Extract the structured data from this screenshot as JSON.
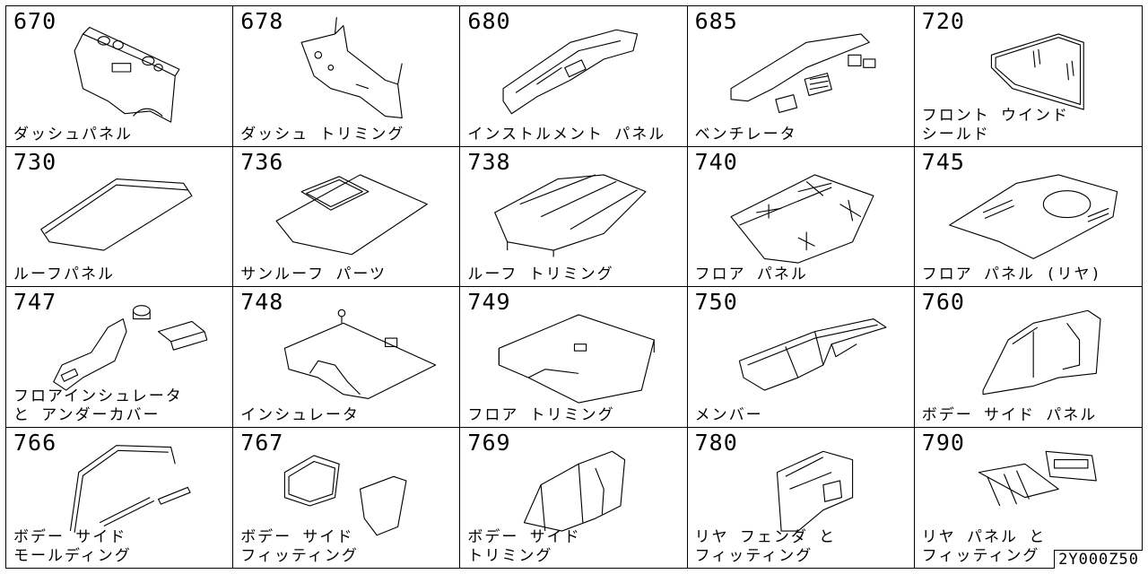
{
  "cells": [
    {
      "code": "670",
      "label": [
        "ダッシュパネル"
      ],
      "icon": "dash-panel-icon"
    },
    {
      "code": "678",
      "label": [
        "ダッシュ トリミング"
      ],
      "icon": "dash-trim-icon"
    },
    {
      "code": "680",
      "label": [
        "インストルメント パネル"
      ],
      "icon": "instrument-panel-icon"
    },
    {
      "code": "685",
      "label": [
        "ベンチレータ"
      ],
      "icon": "ventilator-icon"
    },
    {
      "code": "720",
      "label": [
        "フロント ウインド",
        "シールド"
      ],
      "icon": "windshield-icon"
    },
    {
      "code": "730",
      "label": [
        "ルーフパネル"
      ],
      "icon": "roof-panel-icon"
    },
    {
      "code": "736",
      "label": [
        "サンルーフ パーツ"
      ],
      "icon": "sunroof-icon"
    },
    {
      "code": "738",
      "label": [
        "ルーフ トリミング"
      ],
      "icon": "roof-trim-icon"
    },
    {
      "code": "740",
      "label": [
        "フロア パネル"
      ],
      "icon": "floor-panel-icon"
    },
    {
      "code": "745",
      "label": [
        "フロア パネル (リヤ)"
      ],
      "icon": "rear-floor-icon"
    },
    {
      "code": "747",
      "label": [
        "フロアインシュレータ",
        "と アンダーカバー"
      ],
      "icon": "floor-insulator-icon"
    },
    {
      "code": "748",
      "label": [
        "インシュレータ"
      ],
      "icon": "insulator-icon"
    },
    {
      "code": "749",
      "label": [
        "フロア トリミング"
      ],
      "icon": "floor-trim-icon"
    },
    {
      "code": "750",
      "label": [
        "メンバー"
      ],
      "icon": "member-frame-icon"
    },
    {
      "code": "760",
      "label": [
        "ボデー サイド パネル"
      ],
      "icon": "body-side-panel-icon"
    },
    {
      "code": "766",
      "label": [
        "ボデー サイド",
        "モールディング"
      ],
      "icon": "side-molding-icon"
    },
    {
      "code": "767",
      "label": [
        "ボデー サイド",
        "フィッティング"
      ],
      "icon": "mudflap-icon"
    },
    {
      "code": "769",
      "label": [
        "ボデー サイド",
        "トリミング"
      ],
      "icon": "side-trim-icon"
    },
    {
      "code": "780",
      "label": [
        "リヤ フェンダ と",
        "フィッティング"
      ],
      "icon": "rear-fender-icon"
    },
    {
      "code": "790",
      "label": [
        "リヤ パネル と",
        "フィッティング"
      ],
      "icon": "rear-panel-icon"
    }
  ],
  "diagram_id": "2Y000Z50"
}
